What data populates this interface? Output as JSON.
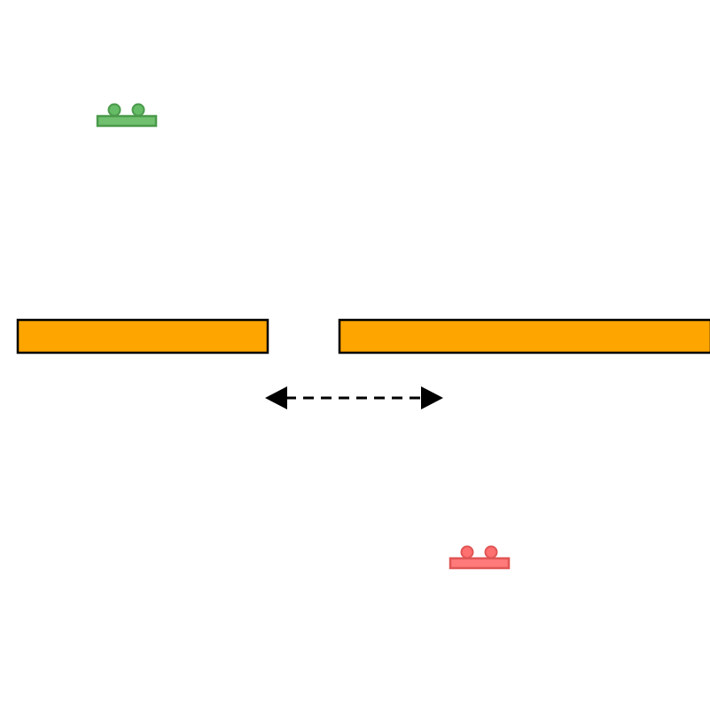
{
  "scene": {
    "background_color": "#ffffff",
    "wall": {
      "color": "#ffa500",
      "outline_color": "#000000",
      "segments": [
        "left-wall-segment",
        "right-wall-segment"
      ]
    },
    "gap_indicator": {
      "color": "#000000",
      "style": "dashed double-headed arrow"
    },
    "agents": [
      {
        "name": "goal-agent",
        "color": "#5cb85c",
        "outline_color": "#4a9a4a",
        "icon": "cart-icon"
      },
      {
        "name": "start-agent",
        "color": "#ff6b6b",
        "outline_color": "#e05555",
        "icon": "cart-icon"
      }
    ]
  }
}
